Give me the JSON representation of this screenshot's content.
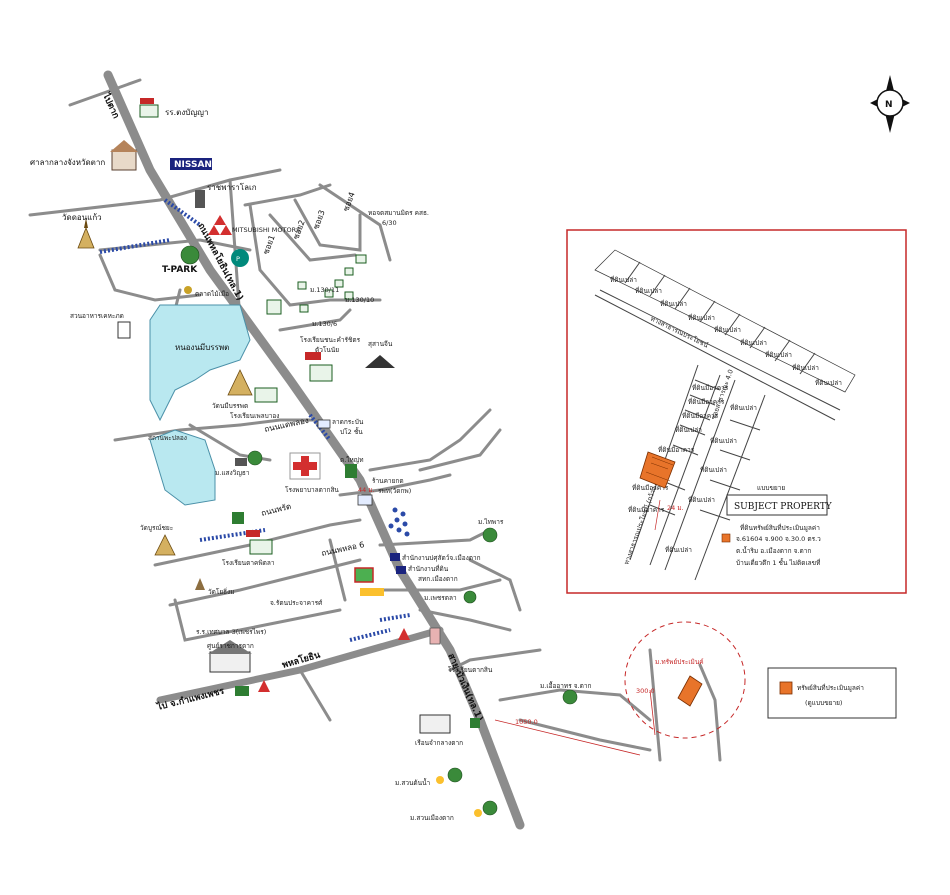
{
  "roads": {
    "main_north": "ไปตาก",
    "main_mid": "ถนนพหลโยธิน(ทล.1)",
    "main_south": "สาย-บัวเงิน(ทล.1)",
    "phahol": "พหลโยธิน",
    "to_kamphaeng": "ไป จ.กำแพงเพชร",
    "kradi": "ถนนพรัด",
    "soi6": "ถนนพหลอ 6",
    "school_rd": "ถนนแดพลอง"
  },
  "places": {
    "school_top": "รร.ตงบัญญา",
    "court": "ศาลากลางจังหวัดตาก",
    "nissan": "NISSAN",
    "king_office": "ราชพาราโลเก",
    "wat_sri": "วัดดอนแก้ว",
    "tpark": "T-PARK",
    "mitsubishi": "MITSUBISHI MOTORS",
    "soi1": "ซอย1",
    "soi2": "ซอย2",
    "soi3": "ซอย3",
    "soi4": "ซอย4",
    "bank": "หอจตสมานมิตร คสธ.",
    "bank_no": "6/30",
    "num1": "ม.130/11",
    "num2": "ม.130/10",
    "num3": "ม.130/6",
    "lake": "หนองนมีบรรพต",
    "restaurant": "สวนอาหารเคหะภด",
    "market": "ตลาดไม้เมือ",
    "school_pupil": "โรงเรียนชนะคำรัชิตร",
    "school_pupil2": "ตัวโนนัย",
    "cemetery": "สุสานจีน",
    "wat_main": "วัดนมีบรรพต",
    "school_main": "โรงเรียนเพลบาอง",
    "province_rd": "สถานพะปลอง",
    "garden": "ม.แสงวิญธา",
    "hospital": "โรงพยาบาลตากสิน",
    "villa": "ต.ใหญ่ท",
    "bus": "ลาดกระบัน",
    "bus2": "บ่โ2 ชั้น",
    "clinic": "ร้านคายกต",
    "clinic2": "รพท(วัดกพ)",
    "dist_44": "44 ม.",
    "wat_nong": "วัดบูรณ์ชยะ",
    "school_pu": "โรงเรียนตาคพิตลา",
    "wat_lo": "วัดโยธิ่งม",
    "office1": "สำนักงานปศุสัตว์จ.เมืองตาก",
    "office2": "สำนักงานที่ดิน",
    "office3": "สทก.เมืองตาก",
    "village1": "ม.ไทพาร",
    "village2": "ม.เพชรตลา",
    "chief": "จ.รัตนประจาคารศ์",
    "school_se": "ร.ร.เทศบาล 3(เพชรไพร)",
    "center": "ศูนย์ราชการตาก",
    "school_ss": "โรงเรียนตากสิน",
    "prison": "เรือนจำกลางตาก",
    "village3": "ม.สวนต้นน้ำ",
    "village4": "ม.สวนเมืองตาก",
    "village5": "ม.เอื้ออาทร จ.ตาก",
    "subject_label": "ม.ทรัพย์ประเมินค์",
    "dist_300": "300.0",
    "dist_1050": "1050.0"
  },
  "inset": {
    "header": "แบบขยาย",
    "title": "SUBJECT PROPERTY",
    "road_top": "ทางสาธารณประโยชน์",
    "road_side": "ซอยสาธารณะ 4.0",
    "road_bottom": "ทางสาธารณประโยชน์ (กว้าง 4.0)",
    "lot_label": "ที่ดินเปล่า",
    "lot_label2": "ที่ดินมีอาคาร",
    "dist": "24 ม.",
    "legend_head": "ที่ดินทรัพย์สินที่ประเมินมูลค่า",
    "legend_l1": "จ.61604 จ.900 จ.30.0 ตร.ว",
    "legend_l2": "ต.น้ำริม อ.เมืองตาก จ.ตาก",
    "legend_l3": "บ้านเดี่ยวตึก 1 ชั้น ไม่ติดเลขที่"
  },
  "legend": {
    "line1": "ทรัพย์สินที่ประเมินมูลค่า",
    "line2": "(ดูแบบขยาย)"
  },
  "compass": "N",
  "colors": {
    "subject": "#e8742a",
    "lake": "#b9e8f0",
    "frame": "#c62828",
    "road": "#8c8c8c"
  }
}
